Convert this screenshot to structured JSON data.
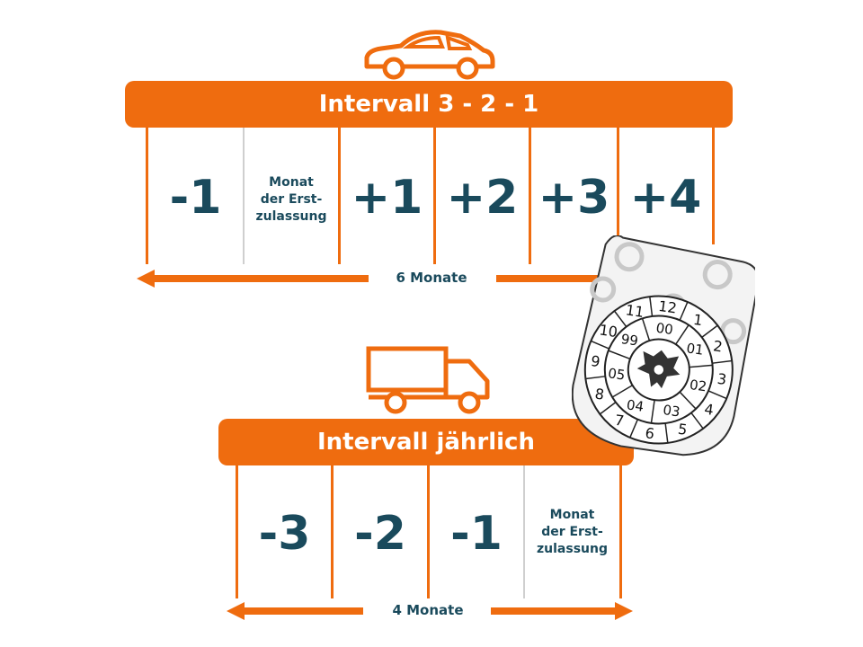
{
  "top": {
    "title": "Intervall 3 - 2 - 1",
    "cells": [
      "-1",
      "Monat der Erst-zulassung",
      "+1",
      "+2",
      "+3",
      "+4"
    ],
    "month_label_lines": [
      "Monat",
      "der Erst-",
      "zulassung"
    ],
    "duration": "6 Monate"
  },
  "bottom": {
    "title": "Intervall jährlich",
    "cells": [
      "-3",
      "-2",
      "-1",
      "Monat der Erst-zulassung"
    ],
    "month_label_lines": [
      "Monat",
      "der Erst-",
      "zulassung"
    ],
    "duration": "4 Monate"
  },
  "sticker": {
    "outer_numbers": [
      "12",
      "1",
      "2",
      "3",
      "4",
      "5",
      "6",
      "7",
      "8",
      "9",
      "10",
      "11"
    ],
    "inner_numbers": [
      "00",
      "01",
      "02",
      "03",
      "04",
      "05",
      "99"
    ]
  },
  "icons": [
    "car-icon",
    "truck-icon",
    "inspection-sticker-icon"
  ],
  "colors": {
    "accent": "#ef6c0f",
    "text": "#1a4a5c"
  }
}
